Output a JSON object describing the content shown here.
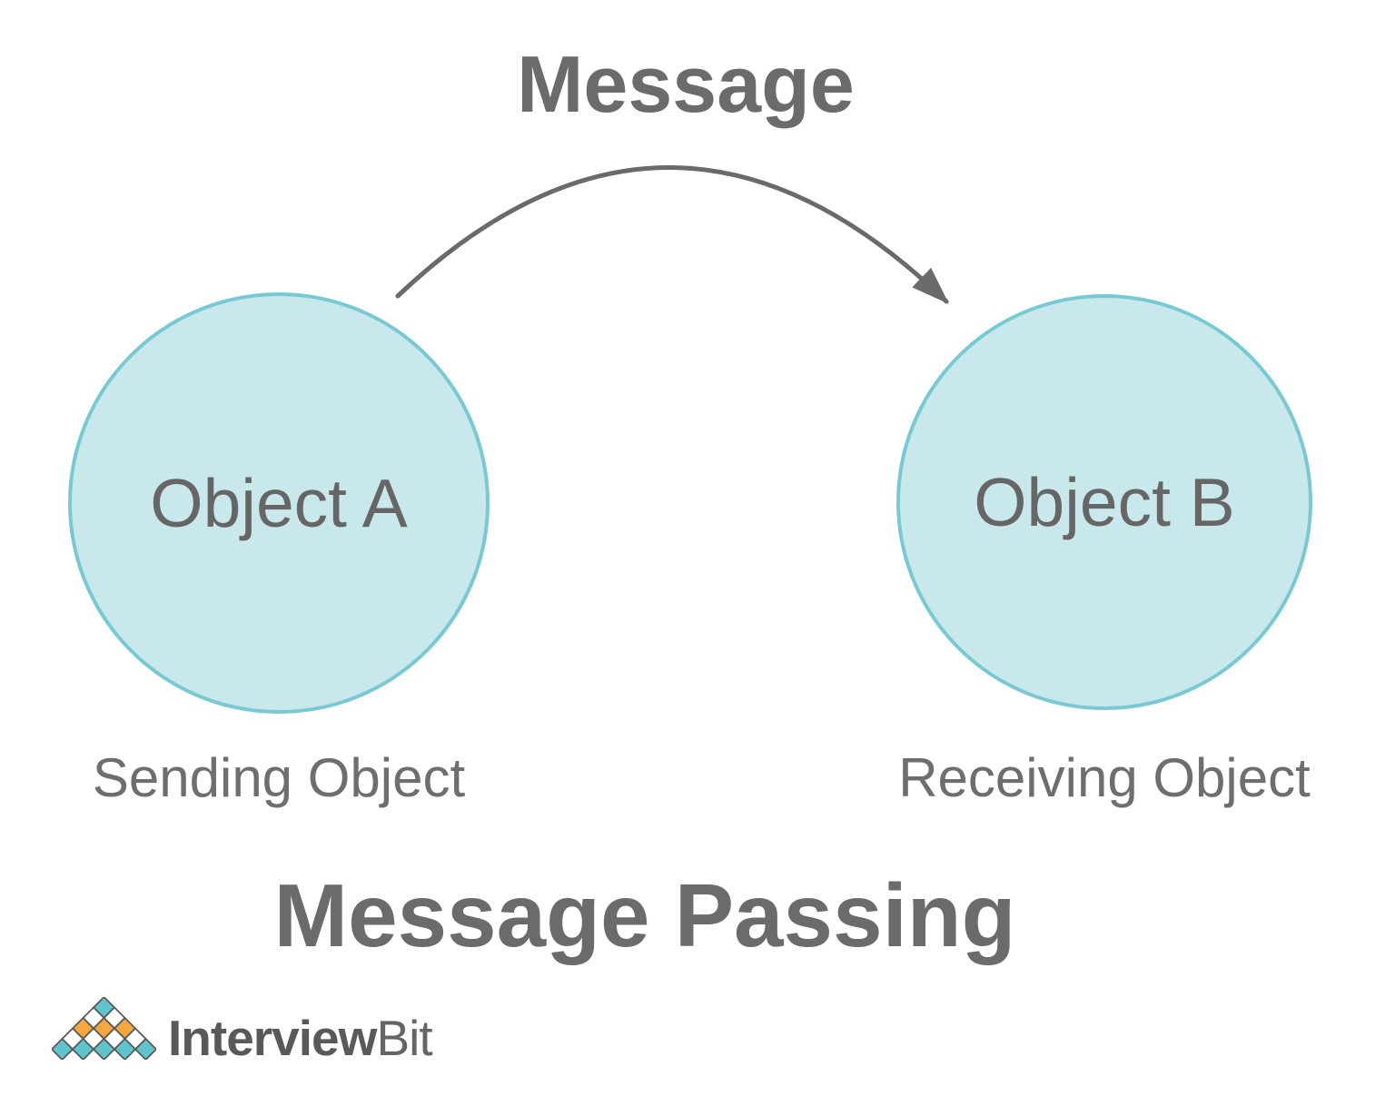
{
  "heading": "Message",
  "nodes": {
    "a": {
      "label": "Object A",
      "caption": "Sending Object"
    },
    "b": {
      "label": "Object B",
      "caption": "Receiving Object"
    }
  },
  "footer_title": "Message Passing",
  "colors": {
    "heading_text": "#6b6b6b",
    "node_fill": "#c9e8ec",
    "node_stroke": "#77cad3",
    "node_label": "#666666",
    "caption_text": "#6e6e6e",
    "arrow": "#6a6a6a"
  },
  "logo": {
    "brand_bold": "Interview",
    "brand_light": "Bit",
    "text_color": "#58595b",
    "diamond_colors": {
      "teal": "#5ec5cc",
      "orange": "#f6a83f",
      "white": "#ffffff",
      "border": "#58595b"
    },
    "diamond_rows": [
      [
        "teal"
      ],
      [
        "white",
        "white"
      ],
      [
        "orange",
        "orange",
        "orange"
      ],
      [
        "white",
        "white",
        "white",
        "white"
      ],
      [
        "teal",
        "teal",
        "teal",
        "teal",
        "teal"
      ]
    ]
  }
}
